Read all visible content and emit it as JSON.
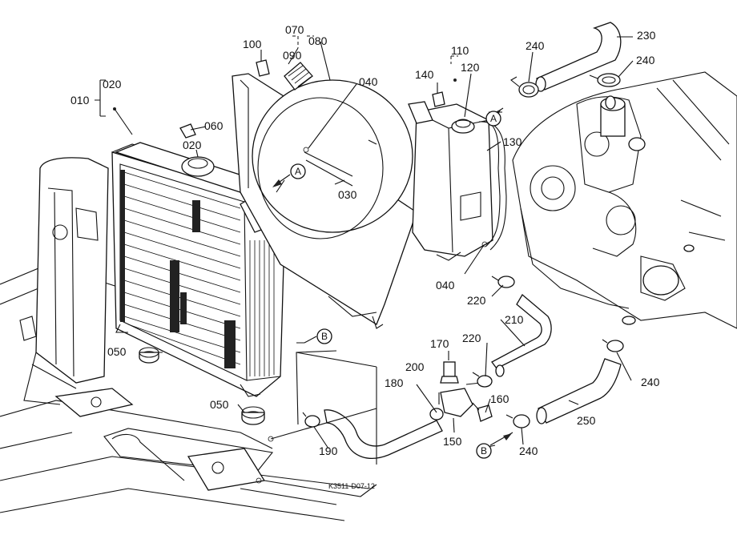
{
  "labels": {
    "p010": "010",
    "p020a": "020",
    "p020b": "020",
    "p030": "030",
    "p040a": "040",
    "p040b": "040",
    "p050a": "050",
    "p050b": "050",
    "p060": "060",
    "p070": "070",
    "p080": "080",
    "p090": "090",
    "p100": "100",
    "p110": "110",
    "p120": "120",
    "p130": "130",
    "p140": "140",
    "p150": "150",
    "p160": "160",
    "p170": "170",
    "p180": "180",
    "p190": "190",
    "p200": "200",
    "p210": "210",
    "p220a": "220",
    "p220b": "220",
    "p230": "230",
    "p240a": "240",
    "p240b": "240",
    "p240c": "240",
    "p240d": "240",
    "p250": "250"
  },
  "refs": {
    "A": "A",
    "B": "B"
  },
  "drawing_code": "K3511-D07-12"
}
